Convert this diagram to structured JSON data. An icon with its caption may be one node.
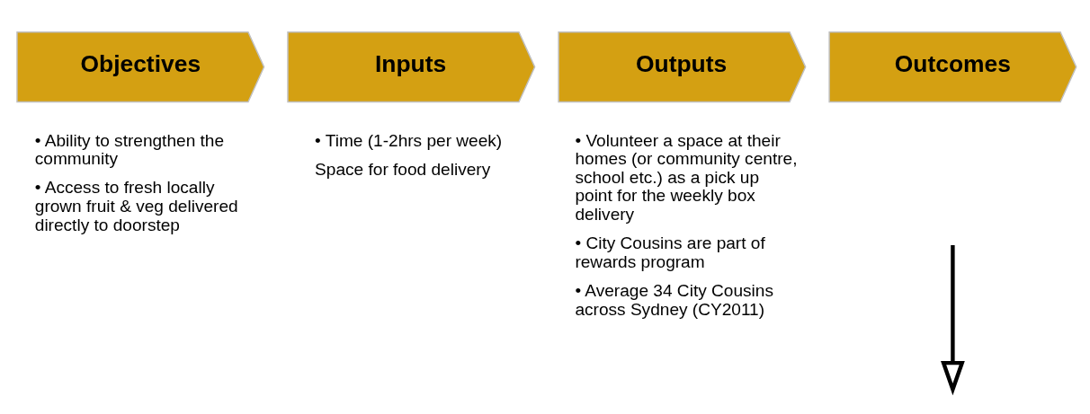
{
  "diagram": {
    "nodes": [
      {
        "text": [
          "Objectives"
        ],
        "beside": [
          "• Ability to strengthen the community",
          "• Access to fresh locally grown fruit & veg delivered directly to doorstep"
        ]
      },
      {
        "text": [
          "Inputs"
        ],
        "beside": [
          "• Time (1-2hrs per week)",
          "Space for food delivery"
        ]
      },
      {
        "text": [
          "Outputs"
        ],
        "beside": [
          "• Volunteer a space at their homes (or community centre, school etc.) as a pick up point for the weekly box delivery",
          "• City Cousins are part of rewards program",
          "• Average 34 City Cousins across Sydney (CY2011)"
        ]
      },
      {
        "text": [
          "Outcomes"
        ]
      }
    ]
  }
}
